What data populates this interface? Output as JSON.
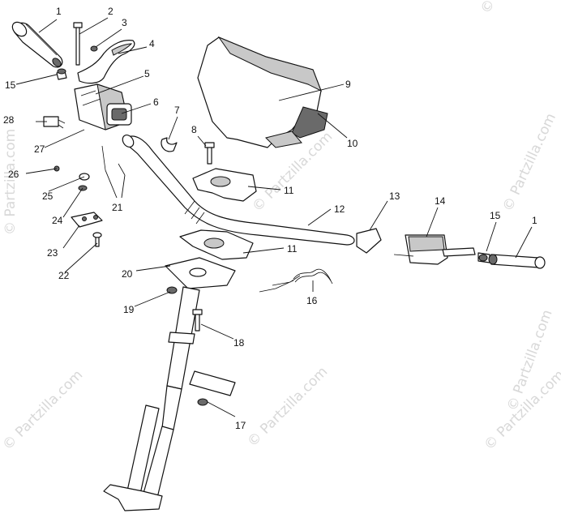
{
  "diagram": {
    "callouts": [
      "1",
      "2",
      "3",
      "4",
      "5",
      "6",
      "7",
      "8",
      "9",
      "10",
      "11",
      "11",
      "12",
      "13",
      "14",
      "15",
      "15",
      "16",
      "17",
      "18",
      "19",
      "20",
      "21",
      "22",
      "23",
      "24",
      "25",
      "26",
      "27",
      "28",
      "1"
    ],
    "watermark": "© Partzilla.com"
  },
  "colors": {
    "line": "#111111",
    "watermark": "#d8d8d8",
    "background": "#ffffff"
  }
}
